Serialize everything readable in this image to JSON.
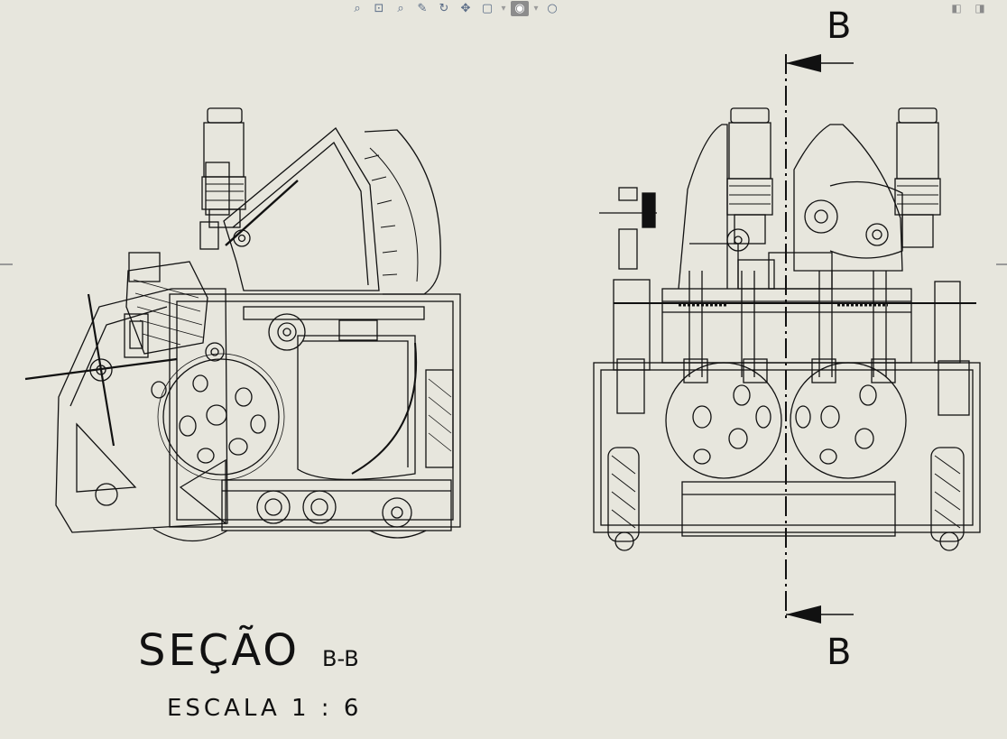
{
  "toolbar": {
    "icons": [
      "zoom-to-fit-icon",
      "zoom-area-icon",
      "zoom-in-out-icon",
      "select-icon",
      "rotate-icon",
      "pan-icon",
      "section-view-icon",
      "display-style-icon",
      "hide-show-icon",
      "appearance-icon"
    ]
  },
  "drawing": {
    "section_title": "SEÇÃO",
    "section_label": "B-B",
    "scale_text": "ESCALA 1 : 6",
    "cut_label_top": "B",
    "cut_label_bottom": "B"
  }
}
